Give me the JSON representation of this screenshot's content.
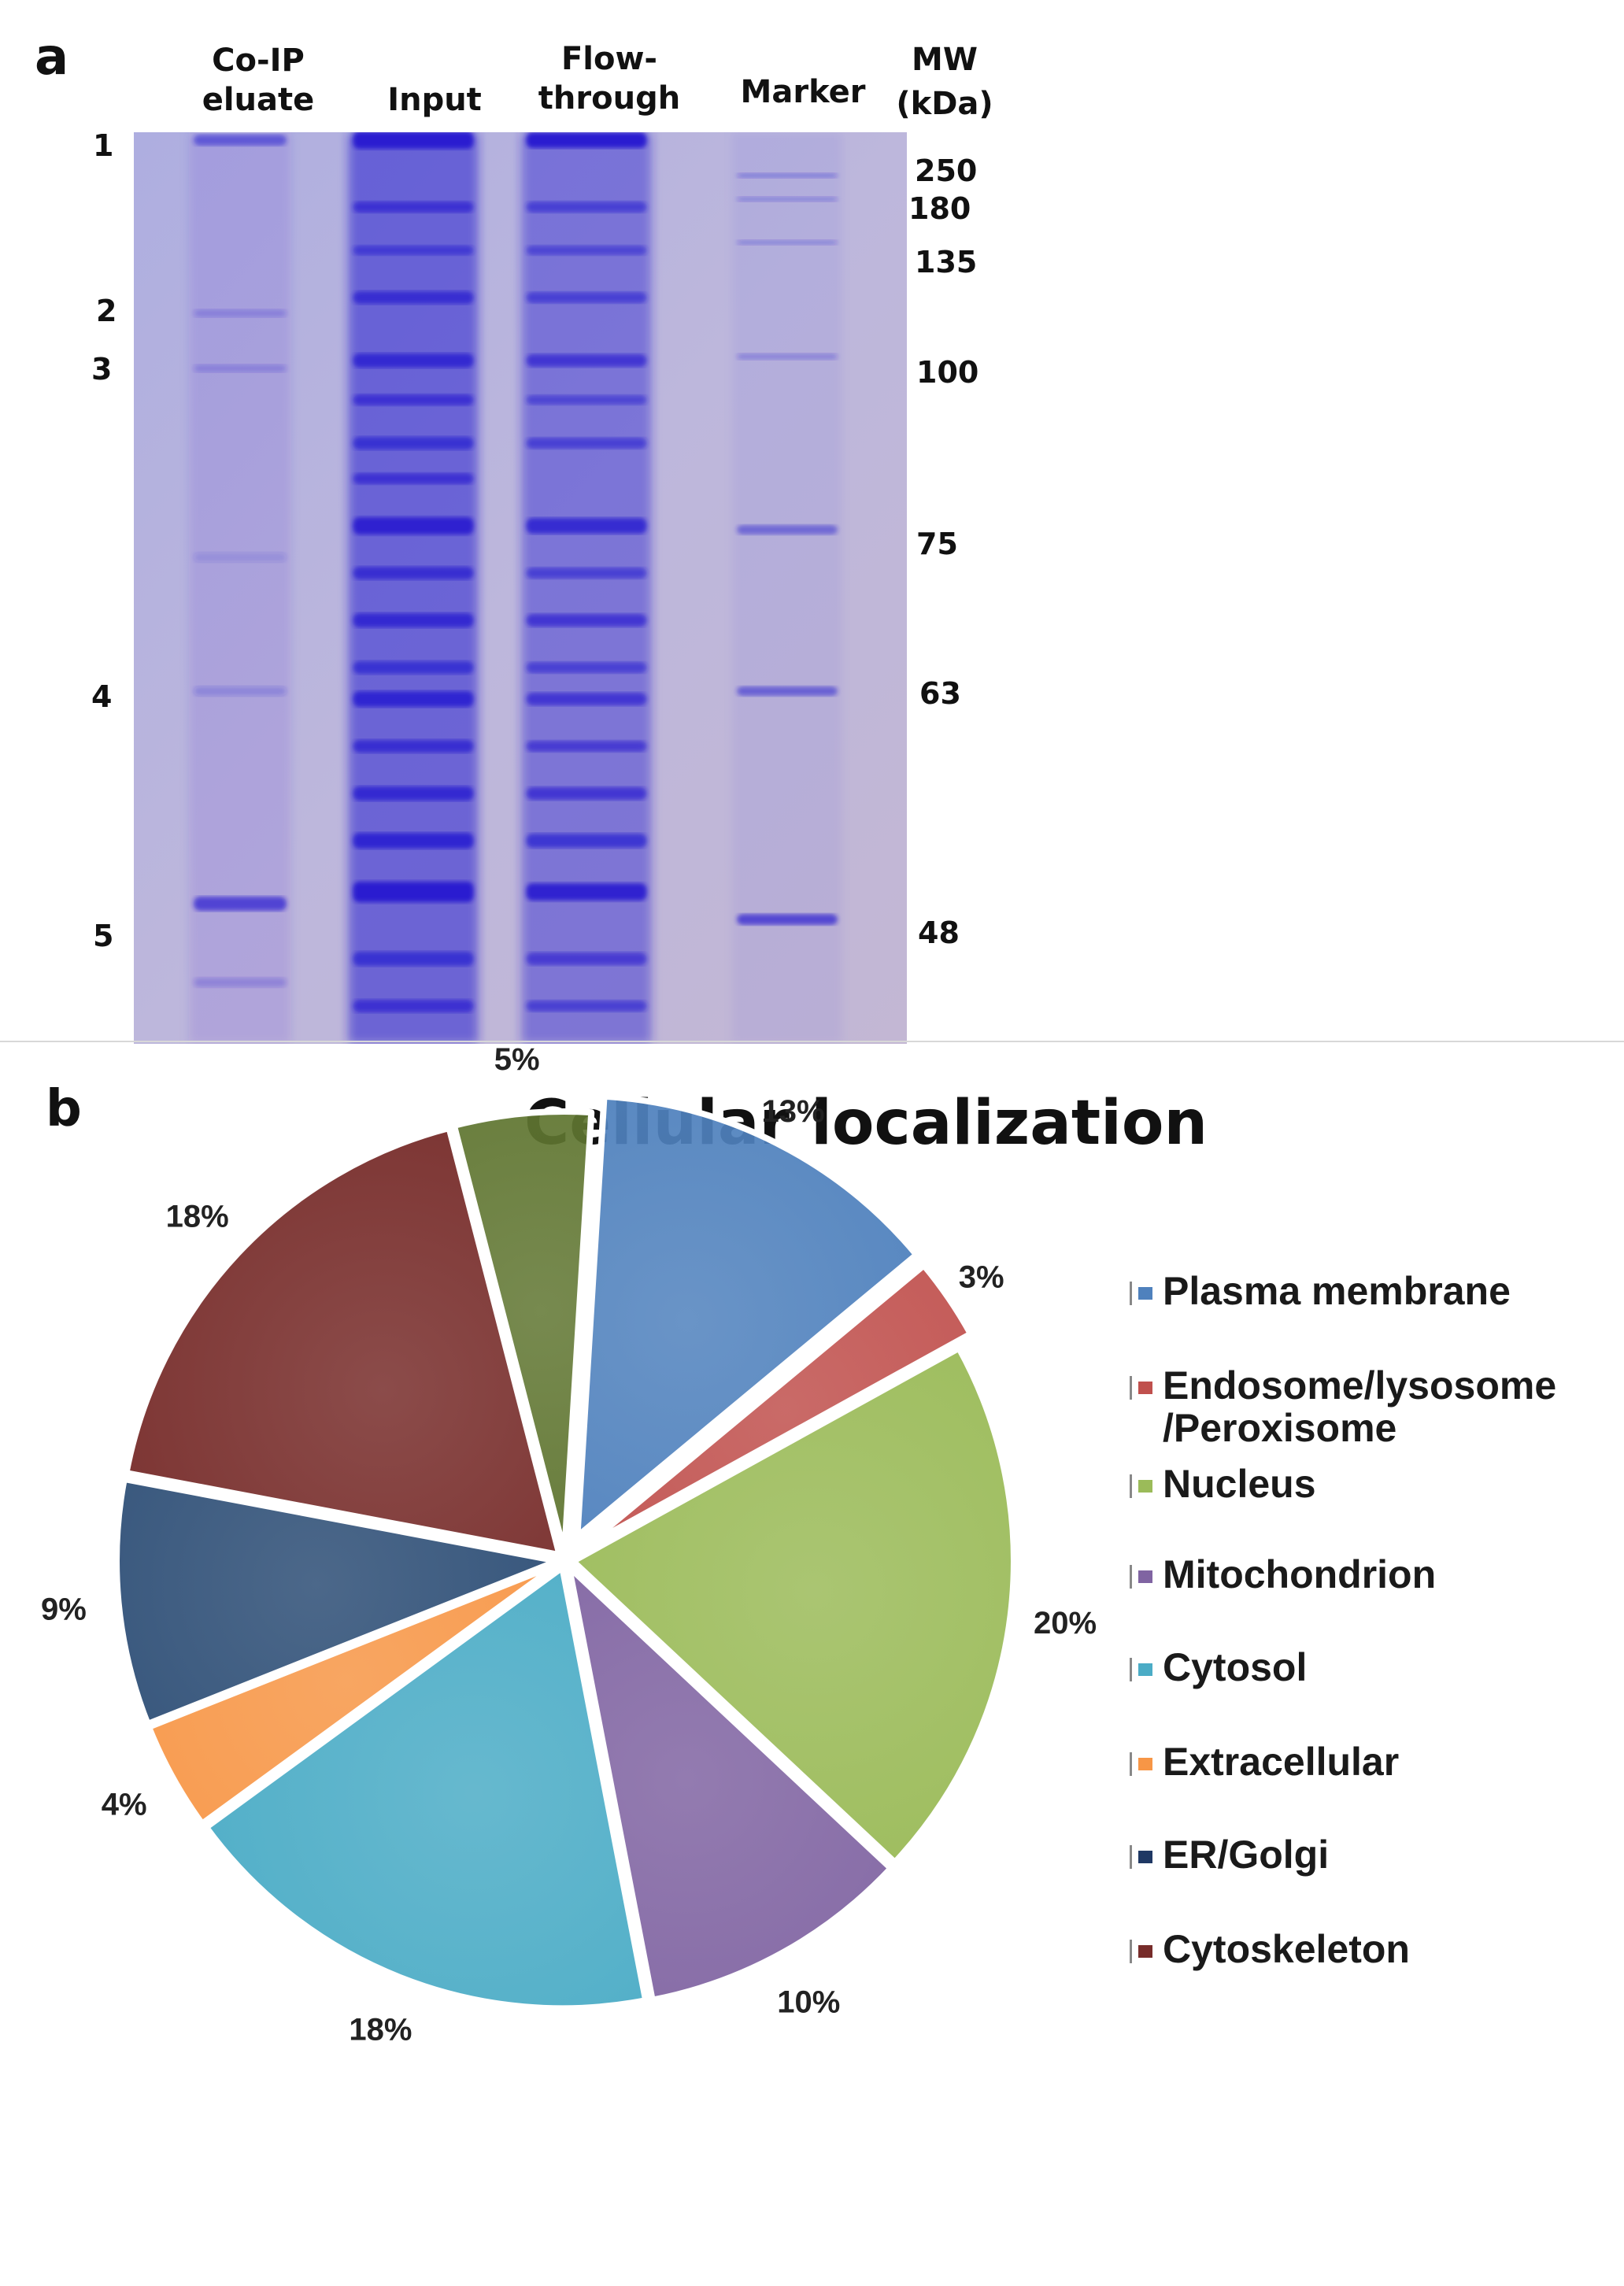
{
  "panel_a": {
    "letter": "a",
    "lanes": [
      {
        "line1": "Co-IP",
        "line2": "eluate"
      },
      {
        "line1": "",
        "line2": "Input"
      },
      {
        "line1": "Flow-",
        "line2": "through"
      },
      {
        "line1": "",
        "line2": "Marker"
      }
    ],
    "mw_header": {
      "line1": "MW",
      "line2": "(kDa)"
    },
    "mw_markers": [
      "250",
      "180",
      "135",
      "100",
      "75",
      "63",
      "48"
    ],
    "band_numbers": [
      "1",
      "2",
      "3",
      "4",
      "5"
    ],
    "colors": {
      "gel_background": "#b9b5da",
      "stain": "#2a1fd0"
    }
  },
  "panel_b": {
    "letter": "b"
  },
  "chart_data": {
    "type": "pie",
    "title": "Cellular localization",
    "legend_position": "right",
    "exploded": true,
    "slices": [
      {
        "label": "Plasma membrane",
        "value": 13,
        "display": "13%",
        "color": "#4f81bd"
      },
      {
        "label": "Endosome/lysosome /Peroxisome",
        "value": 3,
        "display": "3%",
        "color": "#c0504d"
      },
      {
        "label": "Nucleus",
        "value": 20,
        "display": "20%",
        "color": "#9bbb59"
      },
      {
        "label": "Mitochondrion",
        "value": 10,
        "display": "10%",
        "color": "#8064a2"
      },
      {
        "label": "Cytosol",
        "value": 18,
        "display": "18%",
        "color": "#4bacc6"
      },
      {
        "label": "Extracellular",
        "value": 4,
        "display": "4%",
        "color": "#f79646"
      },
      {
        "label": "ER/Golgi",
        "value": 9,
        "display": "9%",
        "color": "#2c4d75"
      },
      {
        "label": "Cytoskeleton",
        "value": 18,
        "display": "18%",
        "color": "#772c2a"
      },
      {
        "label": "",
        "value": 5,
        "display": "5%",
        "color": "#5f7530"
      }
    ],
    "legend": [
      {
        "line1": "Plasma membrane",
        "line2": "",
        "color": "#4f81bd"
      },
      {
        "line1": "Endosome/lysosome",
        "line2": "/Peroxisome",
        "color": "#c0504d"
      },
      {
        "line1": "Nucleus",
        "line2": "",
        "color": "#9bbb59"
      },
      {
        "line1": "Mitochondrion",
        "line2": "",
        "color": "#8064a2"
      },
      {
        "line1": "Cytosol",
        "line2": "",
        "color": "#4bacc6"
      },
      {
        "line1": "Extracellular",
        "line2": "",
        "color": "#f79646"
      },
      {
        "line1": "ER/Golgi",
        "line2": "",
        "color": "#1f3864"
      },
      {
        "line1": "Cytoskeleton",
        "line2": "",
        "color": "#772c2a"
      }
    ]
  }
}
